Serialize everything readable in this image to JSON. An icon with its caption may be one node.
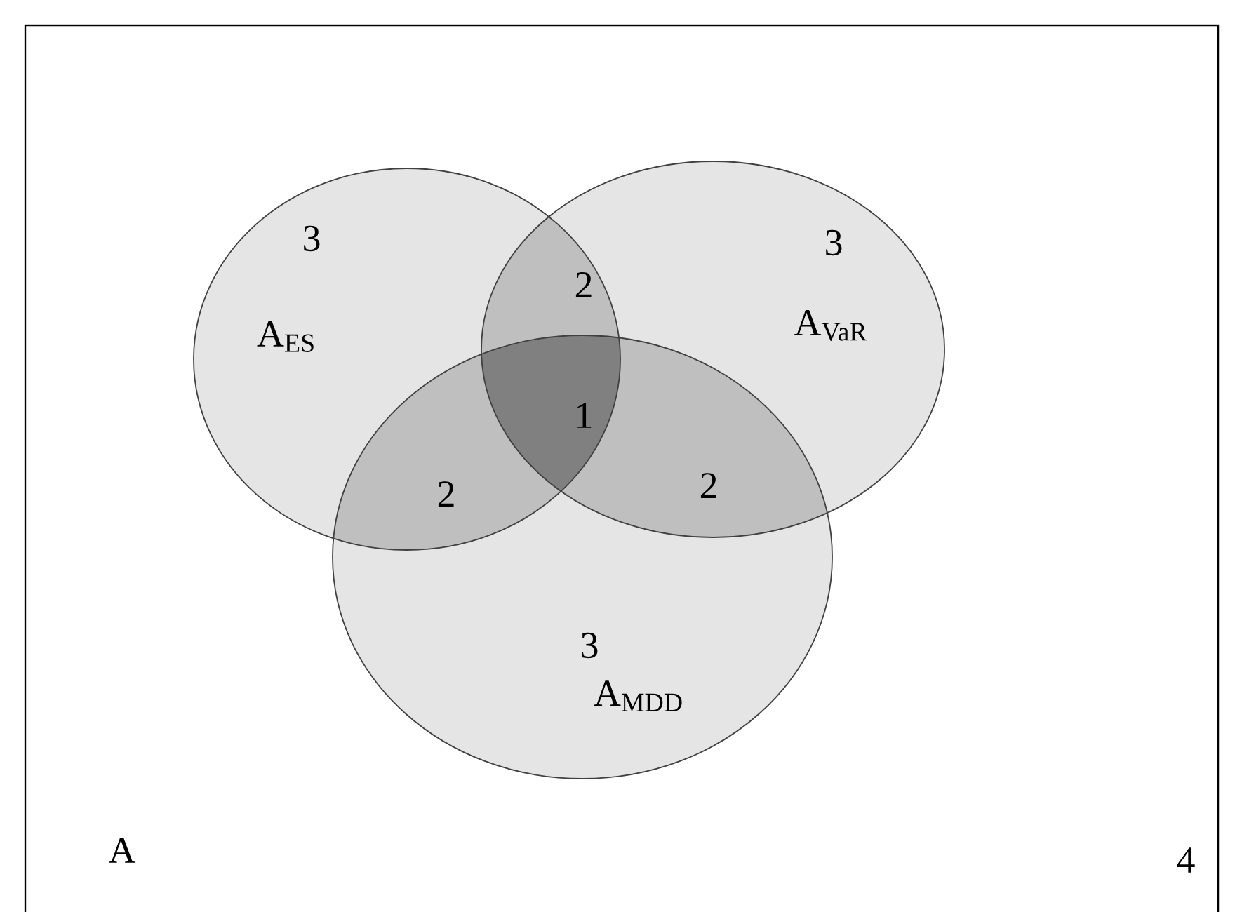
{
  "diagram": {
    "nodes": [
      {
        "text": [
          "A",
          "4"
        ]
      },
      {
        "text": [
          "3",
          "A$_{ES}$"
        ],
        "in": 0
      },
      {
        "text": [
          "3",
          "A$_{VaR}$"
        ],
        "in": 0
      },
      {
        "text": [
          "3",
          "A$_{MDD}$"
        ],
        "in": 0
      }
    ],
    "labels": [
      "2",
      "1",
      "2",
      "2"
    ]
  }
}
